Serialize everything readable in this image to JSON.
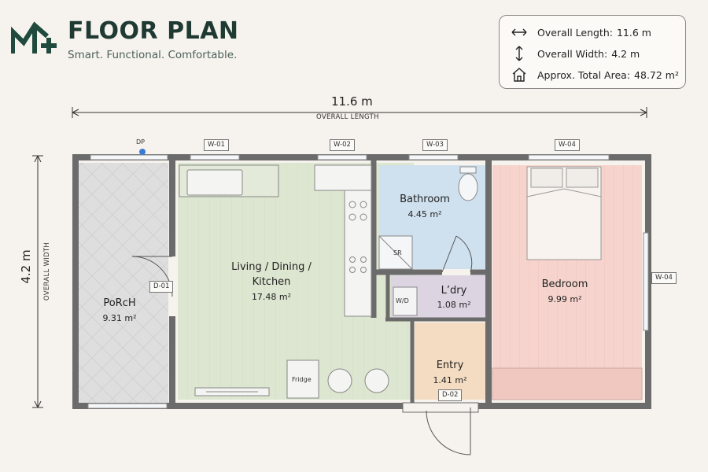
{
  "header": {
    "brand_mark": "M+",
    "title": "FLOOR PLAN",
    "tagline": "Smart. Functional. Comfortable."
  },
  "specs": [
    {
      "icon": "horizontal-arrow-icon",
      "label": "Overall Length:",
      "value": "11.6 m"
    },
    {
      "icon": "vertical-arrow-icon",
      "label": "Overall Width:",
      "value": "4.2 m"
    },
    {
      "icon": "house-icon",
      "label": "Approx. Total Area:",
      "value": "48.72 m²"
    }
  ],
  "dimensions": {
    "length_value": "11.6 m",
    "length_label": "OVERALL LENGTH",
    "width_value": "4.2 m",
    "width_label": "OVERALL WIDTH"
  },
  "rooms": {
    "porch": {
      "name": "PoRcH",
      "area": "9.31 m²"
    },
    "living_line1": "Living / Dining /",
    "living_line2": "Kitchen",
    "living_area": "17.48 m²",
    "bathroom": {
      "name": "Bathroom",
      "area": "4.45 m²"
    },
    "laundry": {
      "name": "L’dry",
      "area": "1.08 m²"
    },
    "entry": {
      "name": "Entry",
      "area": "1.41 m²"
    },
    "bedroom": {
      "name": "Bedroom",
      "area": "9.99 m²"
    }
  },
  "tags": {
    "w01": "W-01",
    "w02": "W-02",
    "w03": "W-03",
    "w04": "W-04",
    "w04b": "W-04",
    "d01": "D-01",
    "d02": "D-02",
    "dp": "DP"
  },
  "fixtures": {
    "fridge": "Fridge",
    "washer_dryer": "W/D",
    "shower_recess": "SR"
  },
  "colors": {
    "brand": "#1f4a3d",
    "porch": "#dcdcdc",
    "living": "#dde5cf",
    "bathroom": "#cfe0ee",
    "laundry": "#ddd4e2",
    "entry": "#f3dcc2",
    "bedroom": "#f6d2cc",
    "wall": "#6b6b6b",
    "downpipe": "#3a7bd5"
  }
}
